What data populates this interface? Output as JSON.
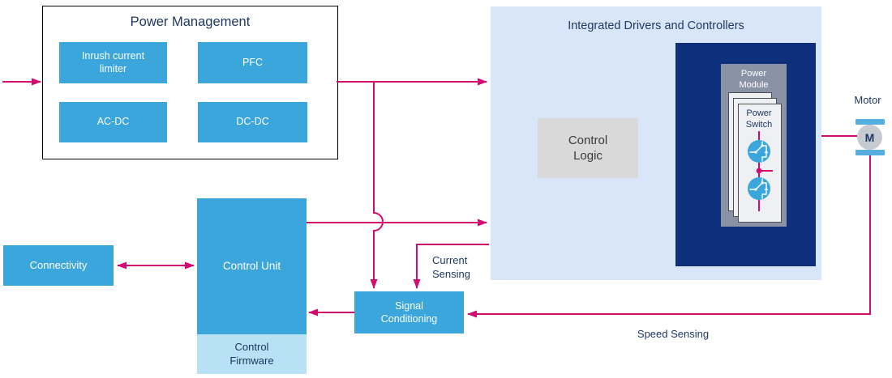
{
  "colors": {
    "magenta": "#d30b6e",
    "block_blue": "#3aa6dc",
    "container_blue": "#d9e5f8",
    "navy": "#0d2f7c",
    "firmware_blue": "#b9e1f5",
    "module_gray": "#8a93a6",
    "logic_gray": "#d9d9d9",
    "text_navy": "#1f3864",
    "motor_gray": "#c6cad1",
    "motor_bar_blue": "#54aede"
  },
  "power_management": {
    "title": "Power Management",
    "blocks": [
      {
        "label": "Inrush current limiter"
      },
      {
        "label": "PFC"
      },
      {
        "label": "AC-DC"
      },
      {
        "label": "DC-DC"
      }
    ]
  },
  "integrated": {
    "title": "Integrated Drivers and Controllers",
    "control_logic": "Control Logic",
    "power_module": "Power Module",
    "power_switch": "Power Switch"
  },
  "motor": {
    "label": "Motor",
    "letter": "M"
  },
  "control_unit": {
    "label": "Control Unit"
  },
  "control_firmware": {
    "label": "Control Firmware"
  },
  "connectivity": {
    "label": "Connectivity"
  },
  "signal_conditioning": {
    "label": "Signal Conditioning"
  },
  "annotations": {
    "current_sensing": "Current Sensing",
    "speed_sensing": "Speed Sensing"
  }
}
